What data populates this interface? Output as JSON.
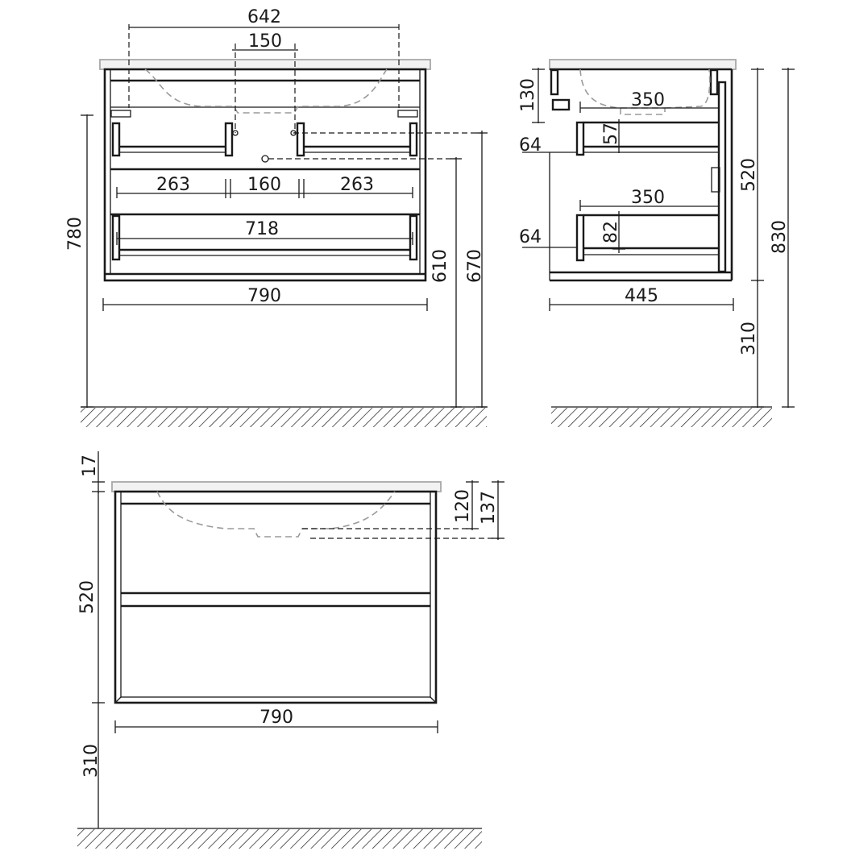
{
  "front": {
    "w_642": "642",
    "w_150": "150",
    "w_263_left": "263",
    "w_160": "160",
    "w_263_right": "263",
    "w_718": "718",
    "w_790": "790",
    "h_780": "780",
    "h_610": "610",
    "h_670": "670"
  },
  "side": {
    "h_130": "130",
    "d_350_top": "350",
    "h_57": "57",
    "h_64_top": "64",
    "h_520": "520",
    "d_350_bottom": "350",
    "h_82": "82",
    "h_64_bottom": "64",
    "h_830": "830",
    "d_445": "445",
    "h_310": "310"
  },
  "elevation": {
    "h_17": "17",
    "h_120": "120",
    "h_137": "137",
    "h_520": "520",
    "w_790": "790",
    "h_310": "310"
  },
  "colors": {
    "line": "#1a1a1a",
    "countertop": "#a8a8a8",
    "hidden": "#9a9a9a"
  }
}
